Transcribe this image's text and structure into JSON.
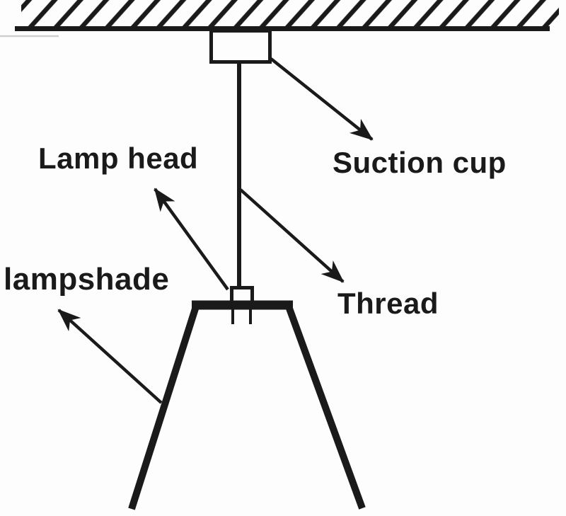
{
  "page": {
    "type": "labeled-line-diagram",
    "background_color": "#fdfdfd",
    "ink_color": "#1a1a1a"
  },
  "diagram": {
    "labels": {
      "lamp_head": "Lamp head",
      "suction_cup": "Suction cup",
      "lampshade": "lampshade",
      "thread": "Thread"
    },
    "parts": [
      {
        "name": "ceiling",
        "depiction": "hatched band with thick baseline across top"
      },
      {
        "name": "suction-cup",
        "depiction": "open rectangle attached under ceiling",
        "label": "Suction cup"
      },
      {
        "name": "thread",
        "depiction": "vertical line from suction cup to lamp head",
        "label": "Thread"
      },
      {
        "name": "lamp-head",
        "depiction": "small open square at top of shade",
        "label": "Lamp head"
      },
      {
        "name": "lampshade",
        "depiction": "trapezoid shade with splayed legs",
        "label": "lampshade"
      }
    ]
  }
}
